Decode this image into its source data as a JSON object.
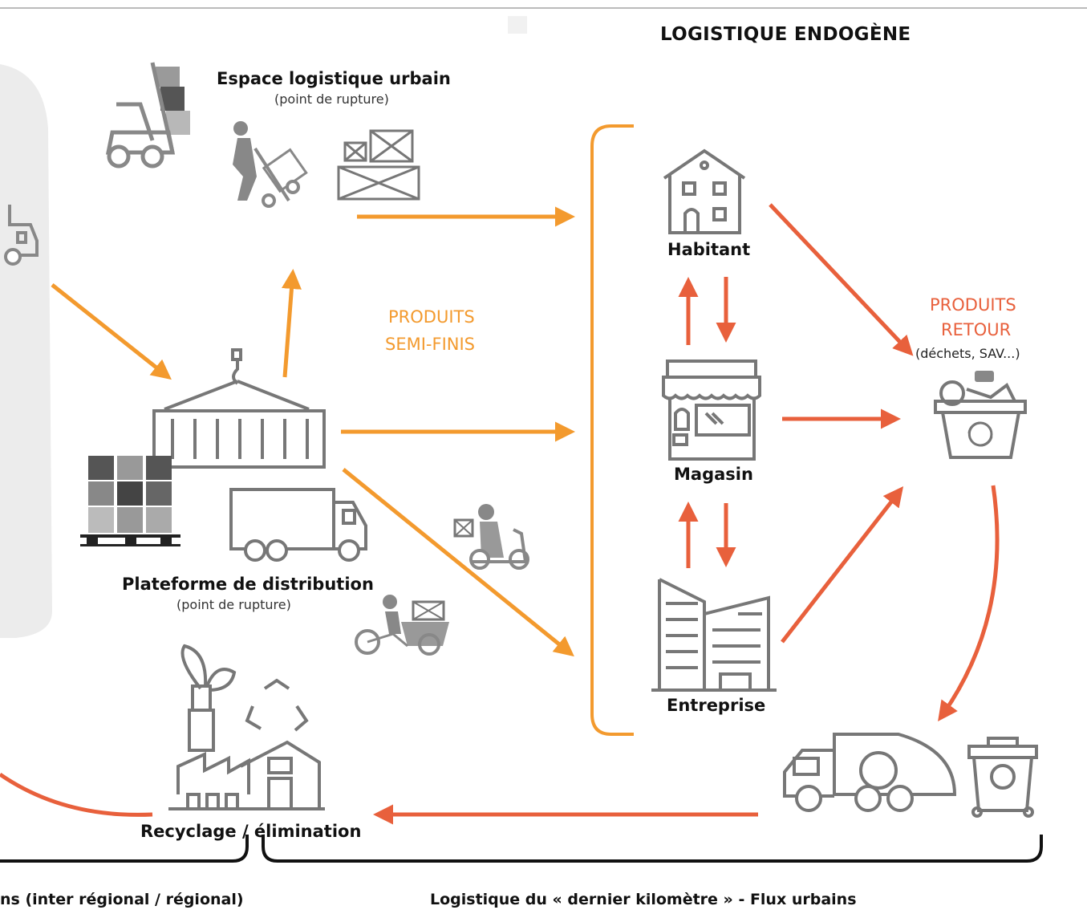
{
  "header": {
    "title": "LOGISTIQUE ENDOGÈNE"
  },
  "nodes": {
    "espace": {
      "name": "Espace logistique urbain",
      "note": "(point de rupture)"
    },
    "plateforme": {
      "name": "Plateforme de distribution",
      "note": "(point de rupture)"
    },
    "habitant": {
      "name": "Habitant"
    },
    "magasin": {
      "name": "Magasin"
    },
    "entreprise": {
      "name": "Entreprise"
    },
    "recyclage": {
      "name": "Recyclage / élimination"
    }
  },
  "flows": {
    "semi_finis": {
      "line1": "PRODUITS",
      "line2": "SEMI-FINIS"
    },
    "retour": {
      "line1": "PRODUITS",
      "line2": "RETOUR",
      "note": "(déchets, SAV...)"
    }
  },
  "footer": {
    "left": "ns (inter régional / régional)",
    "right": "Logistique du « dernier kilomètre » - Flux urbains"
  },
  "colors": {
    "orange": "#f39a2e",
    "red": "#e8603c",
    "icon": "#777777",
    "panel": "#ececec"
  }
}
